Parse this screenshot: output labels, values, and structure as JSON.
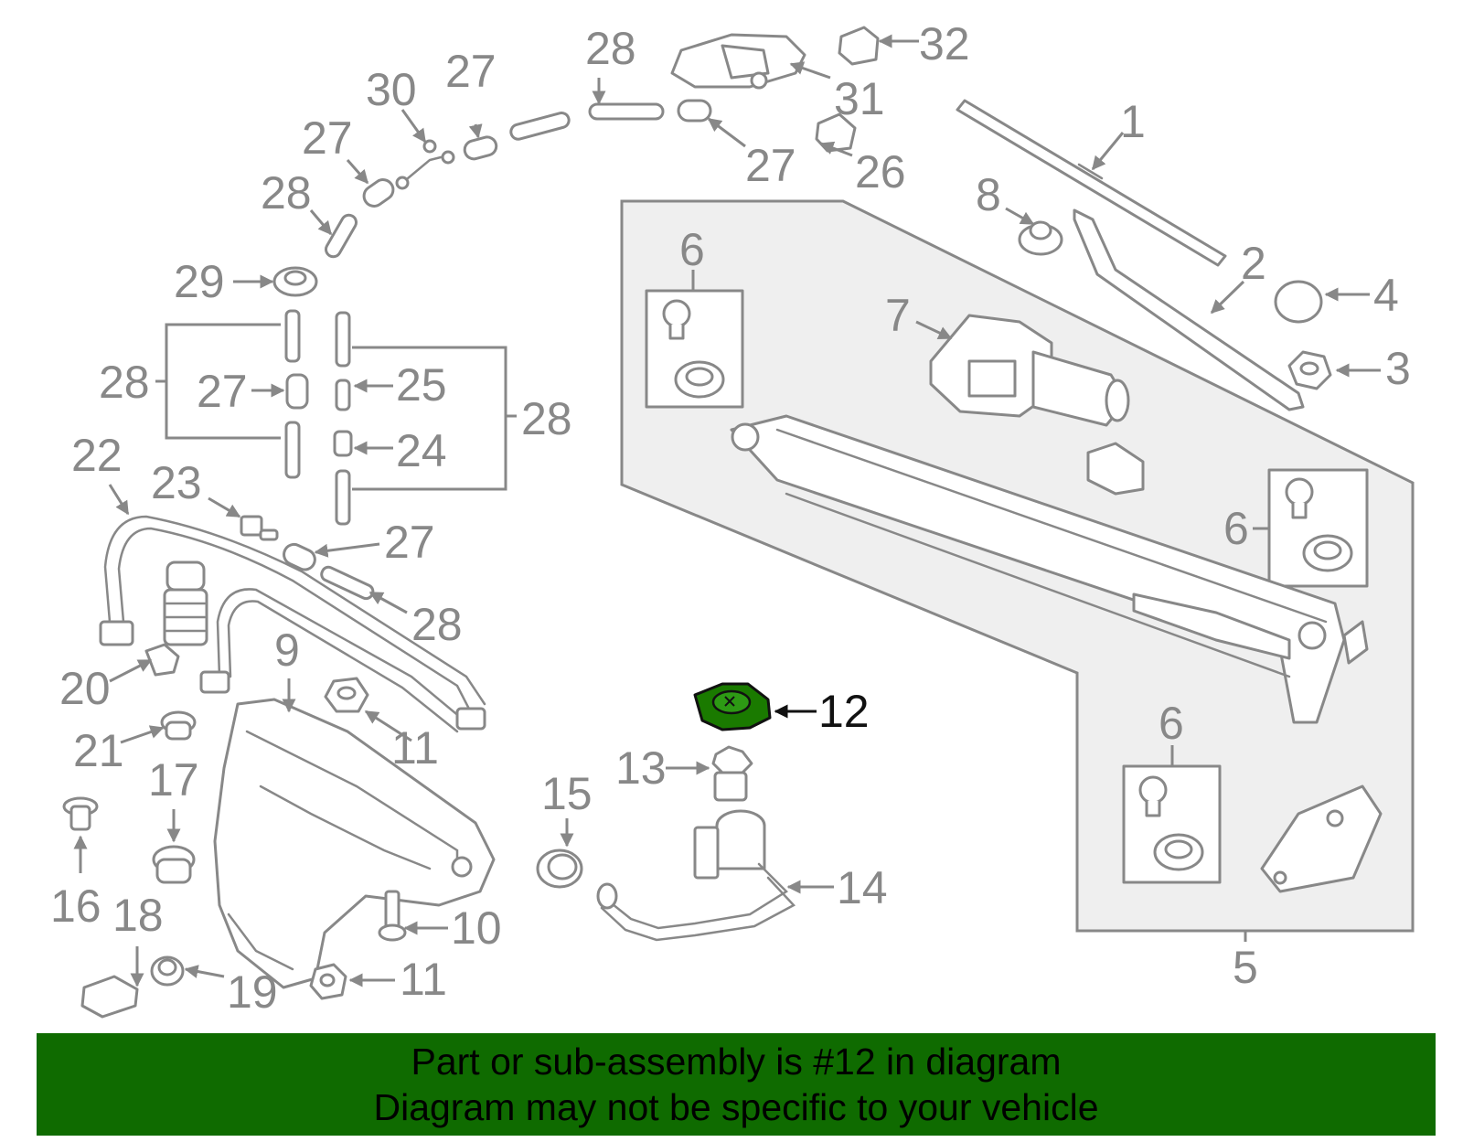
{
  "callouts": [
    {
      "id": "c1",
      "text": "1"
    },
    {
      "id": "c2",
      "text": "2"
    },
    {
      "id": "c3",
      "text": "3"
    },
    {
      "id": "c4",
      "text": "4"
    },
    {
      "id": "c5",
      "text": "5"
    },
    {
      "id": "c6a",
      "text": "6"
    },
    {
      "id": "c6b",
      "text": "6"
    },
    {
      "id": "c6c",
      "text": "6"
    },
    {
      "id": "c7",
      "text": "7"
    },
    {
      "id": "c8",
      "text": "8"
    },
    {
      "id": "c9",
      "text": "9"
    },
    {
      "id": "c10",
      "text": "10"
    },
    {
      "id": "c11a",
      "text": "11"
    },
    {
      "id": "c11b",
      "text": "11"
    },
    {
      "id": "c12",
      "text": "12"
    },
    {
      "id": "c13",
      "text": "13"
    },
    {
      "id": "c14",
      "text": "14"
    },
    {
      "id": "c15",
      "text": "15"
    },
    {
      "id": "c16",
      "text": "16"
    },
    {
      "id": "c17",
      "text": "17"
    },
    {
      "id": "c18",
      "text": "18"
    },
    {
      "id": "c19",
      "text": "19"
    },
    {
      "id": "c20",
      "text": "20"
    },
    {
      "id": "c21",
      "text": "21"
    },
    {
      "id": "c22",
      "text": "22"
    },
    {
      "id": "c23",
      "text": "23"
    },
    {
      "id": "c24",
      "text": "24"
    },
    {
      "id": "c25",
      "text": "25"
    },
    {
      "id": "c26",
      "text": "26"
    },
    {
      "id": "c27a",
      "text": "27"
    },
    {
      "id": "c27b",
      "text": "27"
    },
    {
      "id": "c27c",
      "text": "27"
    },
    {
      "id": "c27d",
      "text": "27"
    },
    {
      "id": "c27e",
      "text": "27"
    },
    {
      "id": "c28a",
      "text": "28"
    },
    {
      "id": "c28b",
      "text": "28"
    },
    {
      "id": "c28c",
      "text": "28"
    },
    {
      "id": "c28d",
      "text": "28"
    },
    {
      "id": "c28e",
      "text": "28"
    },
    {
      "id": "c29",
      "text": "29"
    },
    {
      "id": "c30",
      "text": "30"
    },
    {
      "id": "c31",
      "text": "31"
    },
    {
      "id": "c32",
      "text": "32"
    }
  ],
  "highlight": {
    "part_number": "12",
    "color": "#1a7a00"
  },
  "colors": {
    "line": "#888888",
    "banner_bg": "#0f6b00",
    "banner_text": "#000000"
  },
  "banner": {
    "line1": "Part or sub-assembly is #12 in diagram",
    "line2": "Diagram may not be specific to your vehicle"
  }
}
